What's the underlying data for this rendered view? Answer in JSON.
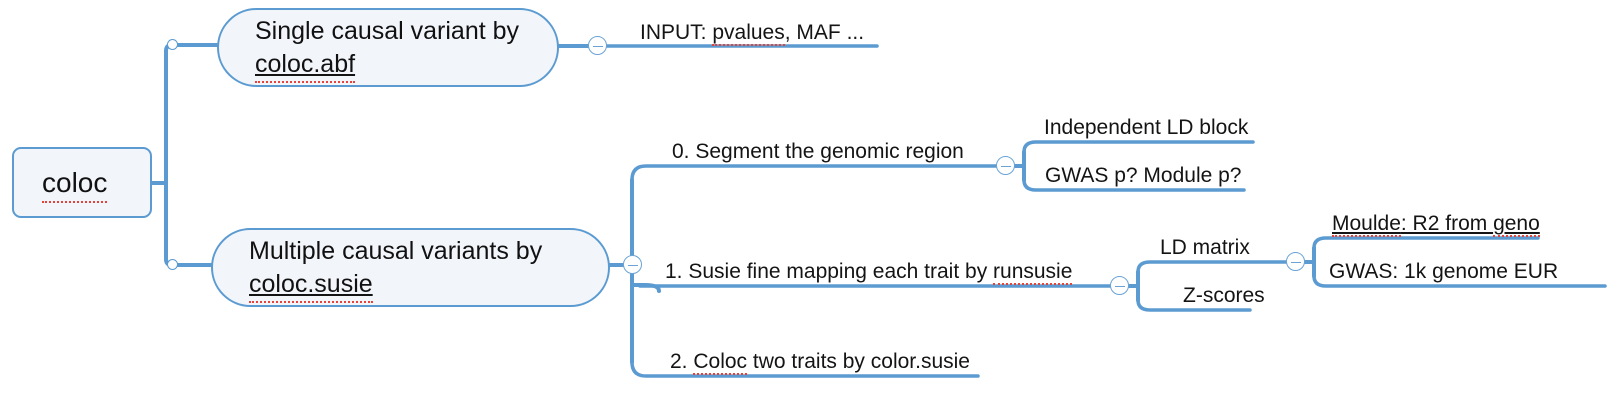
{
  "app": {
    "kind": "mind-map",
    "background": "#ffffff"
  },
  "colors": {
    "line": "#5b9bd1",
    "node_fill": "#f2f5fa",
    "node_border": "#5b9bd1",
    "text": "#141414",
    "spellcheck_underline": "#e8413a",
    "toggle_border": "#6ba3d6"
  },
  "nodes": {
    "root": {
      "text": "coloc",
      "misspelled": "coloc"
    },
    "abf": {
      "line1": "Single causal variant by",
      "line2": "coloc.abf"
    },
    "susie": {
      "line1": "Multiple causal variants by",
      "line2": "coloc.susie"
    },
    "input_abf": {
      "prefix": "INPUT: ",
      "misspelled": "pvalues",
      "suffix": ", MAF ..."
    },
    "step0": {
      "text": "0. Segment the genomic region"
    },
    "step1": {
      "prefix": "1. Susie fine mapping each trait by ",
      "misspelled": "runsusie"
    },
    "step2": {
      "prefix": "2. ",
      "misspelled": "Coloc",
      "suffix": " two traits by color.susie"
    },
    "ld_block": {
      "text": "Independent LD block"
    },
    "gwas_module_p": {
      "text": "GWAS p? Module p?"
    },
    "ld_matrix": {
      "text": "LD matrix"
    },
    "z_scores": {
      "text": "Z-scores"
    },
    "moulde": {
      "misspelled1": "Moulde",
      "middle": ": R2 from ",
      "misspelled2": "geno"
    },
    "gwas_1k": {
      "text": "GWAS: 1k genome EUR"
    }
  },
  "toggles": {
    "input_abf_label": "collapse",
    "step0_label": "collapse",
    "susie_label": "collapse",
    "step1_label": "collapse",
    "ld_matrix_label": "collapse"
  }
}
